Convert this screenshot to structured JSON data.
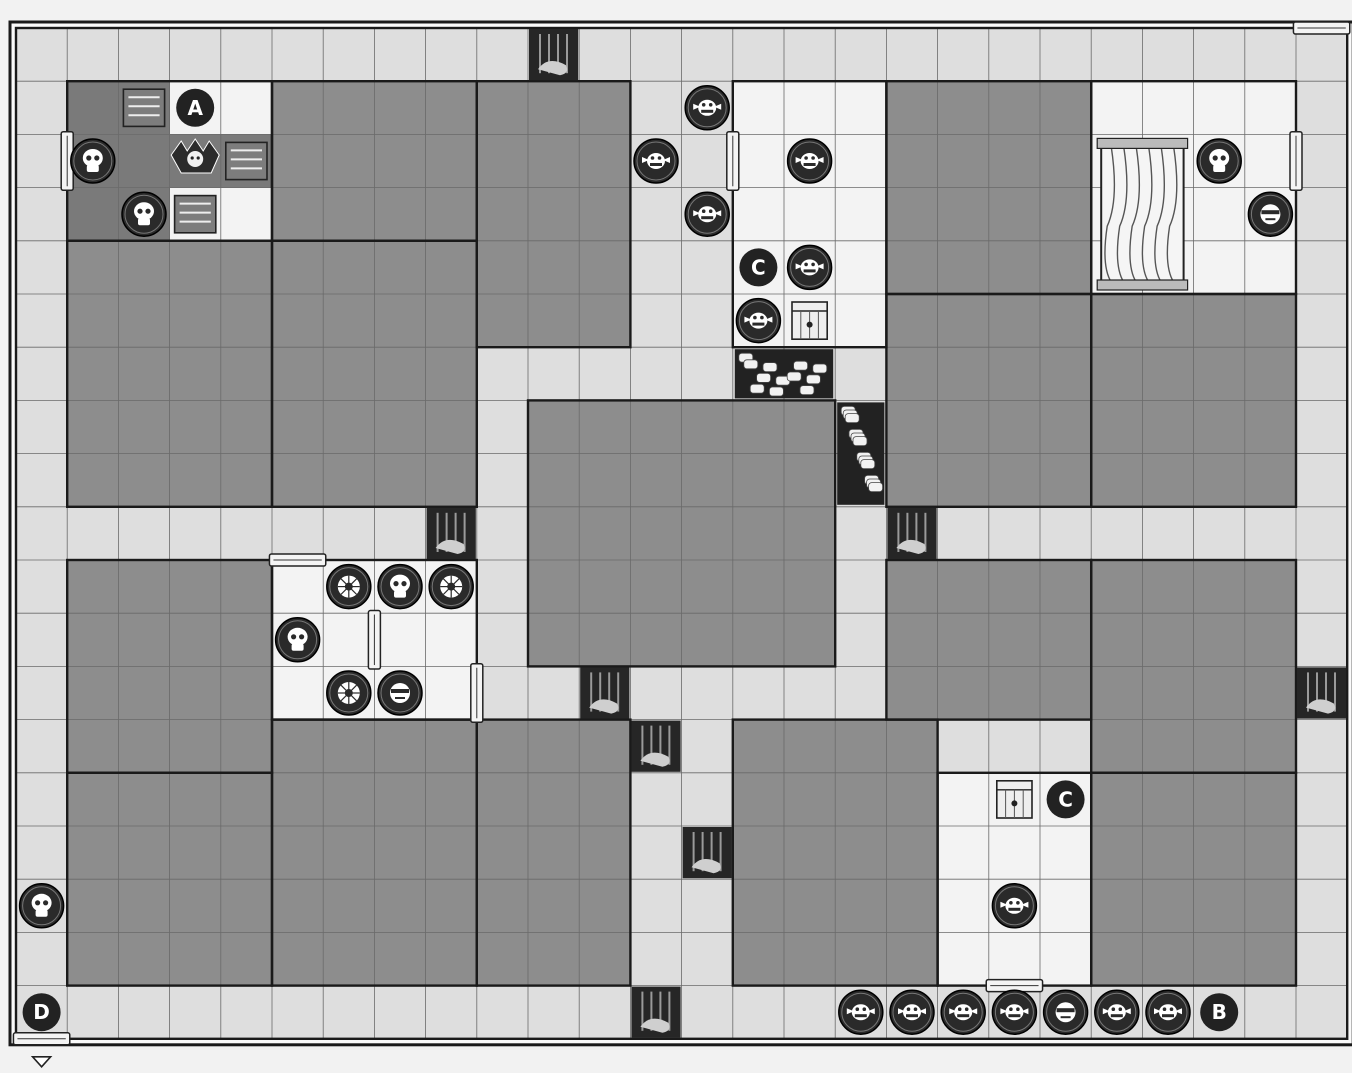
{
  "board": {
    "cols": 26,
    "rows": 19,
    "colors": {
      "corridor": "#dedede",
      "room_floor": "#f3f3f3",
      "solid_rock": "#8d8d8d",
      "grid_line": "#6a6a6a",
      "wall": "#1a1a1a",
      "token_fill": "#2a2a2a",
      "token_mark": "#ffffff"
    }
  },
  "blocks": [
    {
      "c": 1,
      "r": 4,
      "w": 4,
      "h": 5
    },
    {
      "c": 5,
      "r": 1,
      "w": 4,
      "h": 3
    },
    {
      "c": 5,
      "r": 4,
      "w": 4,
      "h": 5
    },
    {
      "c": 9,
      "r": 1,
      "w": 3,
      "h": 5
    },
    {
      "c": 10,
      "r": 7,
      "w": 6,
      "h": 5
    },
    {
      "c": 17,
      "r": 1,
      "w": 4,
      "h": 4
    },
    {
      "c": 17,
      "r": 5,
      "w": 4,
      "h": 4
    },
    {
      "c": 21,
      "r": 5,
      "w": 4,
      "h": 4
    },
    {
      "c": 1,
      "r": 10,
      "w": 4,
      "h": 4
    },
    {
      "c": 1,
      "r": 14,
      "w": 4,
      "h": 4
    },
    {
      "c": 5,
      "r": 13,
      "w": 4,
      "h": 5
    },
    {
      "c": 9,
      "r": 13,
      "w": 3,
      "h": 5
    },
    {
      "c": 14,
      "r": 13,
      "w": 4,
      "h": 5
    },
    {
      "c": 17,
      "r": 10,
      "w": 4,
      "h": 3
    },
    {
      "c": 21,
      "r": 10,
      "w": 4,
      "h": 4
    },
    {
      "c": 21,
      "r": 14,
      "w": 4,
      "h": 4
    }
  ],
  "rooms": [
    {
      "c": 1,
      "r": 1,
      "w": 4,
      "h": 3
    },
    {
      "c": 14,
      "r": 1,
      "w": 3,
      "h": 5
    },
    {
      "c": 21,
      "r": 1,
      "w": 4,
      "h": 4
    },
    {
      "c": 5,
      "r": 10,
      "w": 4,
      "h": 3
    },
    {
      "c": 18,
      "r": 14,
      "w": 3,
      "h": 4
    }
  ],
  "rock_squares": [
    {
      "c": 1,
      "r": 1
    },
    {
      "c": 1,
      "r": 2
    },
    {
      "c": 1,
      "r": 3
    },
    {
      "c": 2,
      "r": 1
    },
    {
      "c": 2,
      "r": 2
    },
    {
      "c": 2,
      "r": 3
    },
    {
      "c": 3,
      "r": 2
    },
    {
      "c": 4,
      "r": 2
    }
  ],
  "rubble": [
    {
      "c": 14,
      "r": 6,
      "w": 2,
      "h": 1
    },
    {
      "c": 16,
      "r": 7,
      "w": 1,
      "h": 2
    }
  ],
  "doors": [
    {
      "c": 1,
      "r": 2,
      "side": "left",
      "vertical": true
    },
    {
      "c": 13,
      "r": 2,
      "side": "right",
      "vertical": true
    },
    {
      "c": 24,
      "r": 2,
      "side": "right",
      "vertical": true
    },
    {
      "c": 5,
      "r": 10,
      "side": "top",
      "vertical": false
    },
    {
      "c": 7,
      "r": 11,
      "side": "left",
      "vertical": true
    },
    {
      "c": 8,
      "r": 12,
      "side": "right",
      "vertical": true
    },
    {
      "c": 19,
      "r": 17,
      "side": "bottom",
      "vertical": false
    },
    {
      "c": 25,
      "r": 0,
      "side": "top",
      "vertical": false
    },
    {
      "c": 0,
      "r": 18,
      "side": "bottom",
      "vertical": false
    }
  ],
  "portcullis": [
    {
      "c": 10,
      "r": 0
    },
    {
      "c": 8,
      "r": 9
    },
    {
      "c": 17,
      "r": 9
    },
    {
      "c": 11,
      "r": 12
    },
    {
      "c": 25,
      "r": 12
    },
    {
      "c": 12,
      "r": 13
    },
    {
      "c": 13,
      "r": 15
    },
    {
      "c": 12,
      "r": 18
    }
  ],
  "furniture": [
    {
      "type": "crate",
      "c": 2,
      "r": 1
    },
    {
      "type": "crate",
      "c": 3,
      "r": 3
    },
    {
      "type": "crate",
      "c": 4,
      "r": 2
    },
    {
      "type": "chest",
      "c": 15,
      "r": 5
    },
    {
      "type": "chest",
      "c": 19,
      "r": 14
    },
    {
      "type": "table",
      "c": 21,
      "r": 2,
      "w": 2,
      "h": 3
    }
  ],
  "monsters": [
    {
      "type": "skull",
      "c": 1,
      "r": 2
    },
    {
      "type": "skull",
      "c": 2,
      "r": 3
    },
    {
      "type": "skull",
      "c": 23,
      "r": 2
    },
    {
      "type": "skull",
      "c": 7,
      "r": 10
    },
    {
      "type": "skull",
      "c": 5,
      "r": 11
    },
    {
      "type": "skull",
      "c": 0,
      "r": 16
    },
    {
      "type": "goblin",
      "c": 13,
      "r": 1
    },
    {
      "type": "goblin",
      "c": 12,
      "r": 2
    },
    {
      "type": "goblin",
      "c": 13,
      "r": 3
    },
    {
      "type": "goblin",
      "c": 15,
      "r": 2
    },
    {
      "type": "goblin",
      "c": 15,
      "r": 4
    },
    {
      "type": "goblin",
      "c": 14,
      "r": 5
    },
    {
      "type": "goblin",
      "c": 19,
      "r": 16
    },
    {
      "type": "goblin",
      "c": 16,
      "r": 18
    },
    {
      "type": "goblin",
      "c": 17,
      "r": 18
    },
    {
      "type": "goblin",
      "c": 18,
      "r": 18
    },
    {
      "type": "goblin",
      "c": 19,
      "r": 18
    },
    {
      "type": "goblin",
      "c": 21,
      "r": 18
    },
    {
      "type": "goblin",
      "c": 22,
      "r": 18
    },
    {
      "type": "orc",
      "c": 24,
      "r": 3
    },
    {
      "type": "orc",
      "c": 7,
      "r": 12
    },
    {
      "type": "orc",
      "c": 20,
      "r": 18
    },
    {
      "type": "mummy",
      "c": 6,
      "r": 10
    },
    {
      "type": "mummy",
      "c": 8,
      "r": 10
    },
    {
      "type": "mummy",
      "c": 6,
      "r": 12
    },
    {
      "type": "gargoyle",
      "c": 3,
      "r": 2
    }
  ],
  "markers": [
    {
      "label": "A",
      "c": 3,
      "r": 1
    },
    {
      "label": "B",
      "c": 23,
      "r": 18
    },
    {
      "label": "C",
      "c": 14,
      "r": 4
    },
    {
      "label": "C",
      "c": 20,
      "r": 14
    },
    {
      "label": "D",
      "c": 0,
      "r": 18
    }
  ]
}
